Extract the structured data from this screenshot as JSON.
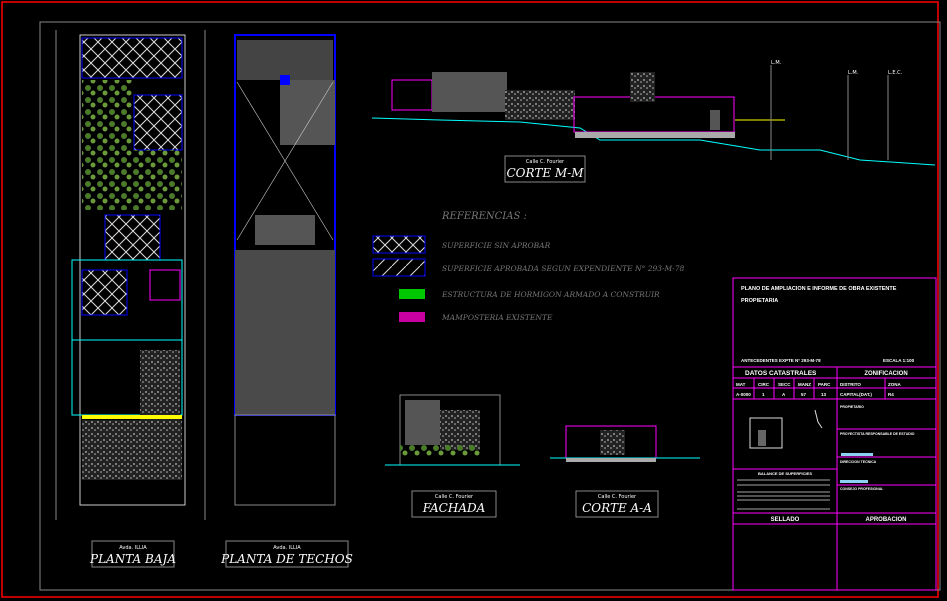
{
  "colors": {
    "background": "#000000",
    "frame": "#ff0000",
    "titleblock": "#ff00ff",
    "new_structure": "#00c800",
    "existing_masonry": "#c800a0",
    "wall": "#ffff00",
    "glass": "#00ffff",
    "roof": "#555555"
  },
  "views": {
    "planta_baja": {
      "street": "Avda. ILLIA",
      "title": "PLANTA BAJA"
    },
    "planta_techos": {
      "street": "Avda. ILLIA",
      "title": "PLANTA DE TECHOS"
    },
    "corte_mm": {
      "street": "Calle C. Fourier",
      "title": "CORTE M-M",
      "markers": [
        "L.M.",
        "L.M.",
        "L.E.C."
      ]
    },
    "fachada": {
      "street": "Calle C. Fourier",
      "title": "FACHADA"
    },
    "corte_aa": {
      "street": "Calle C. Fourier",
      "title": "CORTE A-A"
    }
  },
  "referencias": {
    "title": "REFERENCIAS :",
    "items": [
      {
        "label": "SUPERFICIE SIN APROBAR",
        "pattern": "crosshatch"
      },
      {
        "label": "SUPERFICIE APROBADA SEGUN EXPENDIENTE N° 293-M-78",
        "pattern": "hatch"
      },
      {
        "label": "ESTRUCTURA  DE  HORMIGON  ARMADO  A CONSTRUIR",
        "pattern": "green"
      },
      {
        "label": "MAMPOSTERIA EXISTENTE",
        "pattern": "magenta"
      }
    ]
  },
  "title_block": {
    "title": "PLANO DE AMPLIACION E  INFORME DE OBRA EXISTENTE",
    "owner_label": "PROPIETARIA",
    "antecedentes": "ANTECEDENTES EXPTE N° 293-M-78",
    "escala": "ESCALA 1:100",
    "datos_catastrales": "DATOS CATASTRALES",
    "zonificacion": "ZONIFICACION",
    "headers": [
      "MAT",
      "CIRC",
      "SECC",
      "MANZ",
      "PARC",
      "DISTRITO",
      "ZONA"
    ],
    "values": [
      "A-0000",
      "1",
      "A",
      "57",
      "13",
      "CAPITAL(DAT.)",
      "R4"
    ],
    "propietario": "PROPIETARIO",
    "proyectista": "PROYECTISTA RESPONSABLE DE ESTUDIO",
    "director": "DIRECCION TECNICA",
    "consejo": "CONSEJO PROFESIONAL",
    "balance": "BALANCE DE SUPERFICIES",
    "sellado": "SELLADO",
    "aprobacion": "APROBACION"
  }
}
